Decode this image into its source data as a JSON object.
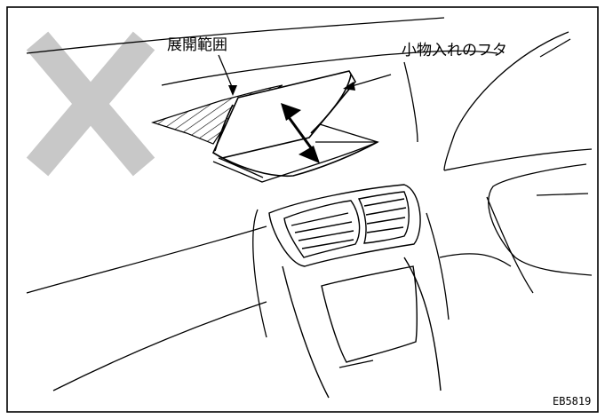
{
  "diagram": {
    "labels": {
      "deployment_range": "展開範囲",
      "small_item_lid": "小物入れのフタ",
      "figure_code": "EB5819"
    },
    "colors": {
      "stroke": "#000000",
      "prohibition_mark": "#c8c8c8",
      "background": "#ffffff"
    },
    "icons": {
      "prohibition": "cross-mark",
      "motion": "double-arrow"
    }
  }
}
